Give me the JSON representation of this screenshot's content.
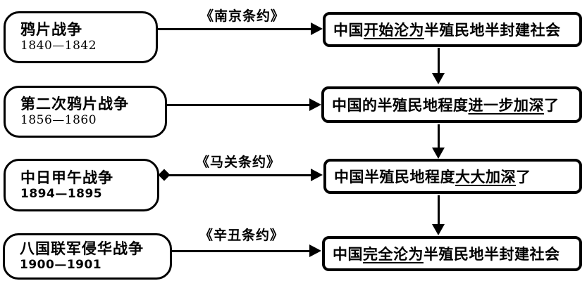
{
  "diagram": {
    "description": "中国近代史：战争—条约—社会性质变化 流程图",
    "colors": {
      "line": "#000000",
      "background": "#ffffff",
      "text": "#000000"
    },
    "rows": [
      {
        "war": {
          "title": "鸦片战争",
          "years": "1840—1842"
        },
        "treaty": "《南京条约》",
        "result": {
          "prefix": "中国",
          "underlined": "开始沦为",
          "suffix": "半殖民地半封建社会"
        }
      },
      {
        "war": {
          "title": "第二次鸦片战争",
          "years": "1856—1860"
        },
        "treaty": "",
        "result": {
          "prefix": "中国的半殖民地程度",
          "underlined": "进一步加深",
          "suffix": "了"
        }
      },
      {
        "war": {
          "title": "中日甲午战争",
          "years": "1894—1895"
        },
        "treaty": "《马关条约》",
        "result": {
          "prefix": "中国半殖民地程度",
          "underlined": "大大加深",
          "suffix": "了"
        }
      },
      {
        "war": {
          "title": "八国联军侵华战争",
          "years": "1900—1901"
        },
        "treaty": "《辛丑条约》",
        "result": {
          "prefix": "中国",
          "underlined": "完全沦为",
          "suffix": "半殖民地半封建社会"
        }
      }
    ]
  }
}
